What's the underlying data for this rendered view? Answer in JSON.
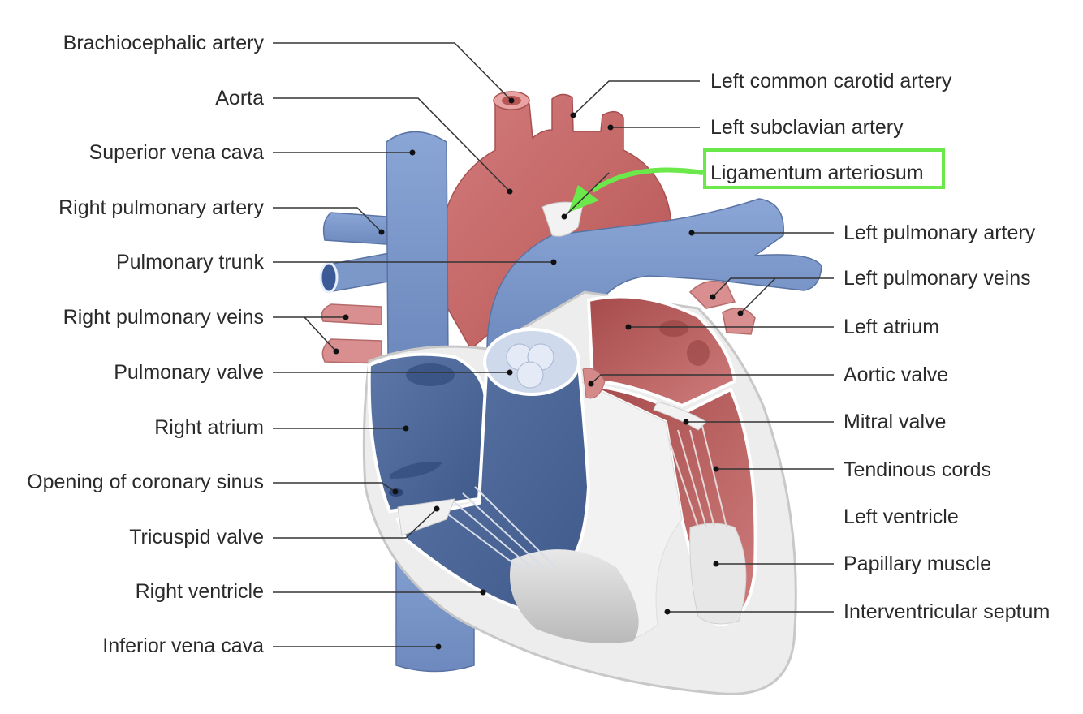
{
  "diagram": {
    "left_labels": [
      "Brachiocephalic artery",
      "Aorta",
      "Superior vena cava",
      "Right pulmonary artery",
      "Pulmonary trunk",
      "Right pulmonary veins",
      "Pulmonary valve",
      "Right atrium",
      "Opening of coronary sinus",
      "Tricuspid valve",
      "Right ventricle",
      "Inferior vena cava"
    ],
    "top_right_labels": [
      "Left common carotid artery",
      "Left subclavian artery"
    ],
    "highlighted_label": "Ligamentum arteriosum",
    "right_labels": [
      "Left pulmonary artery",
      "Left pulmonary veins",
      "Left atrium",
      "Aortic valve",
      "Mitral valve",
      "Tendinous cords",
      "Left ventricle",
      "Papillary muscle",
      "Interventricular septum"
    ],
    "colors": {
      "deoxygenated": "#7b97c8",
      "oxygenated": "#c86f6f",
      "highlight": "#6be84a"
    }
  }
}
